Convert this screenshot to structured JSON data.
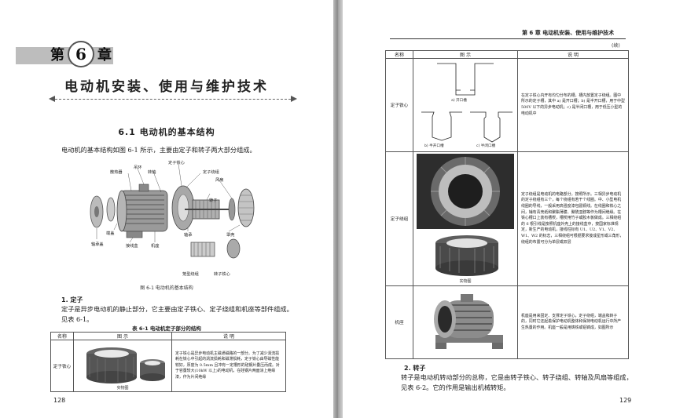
{
  "left": {
    "chapter": {
      "prefix": "第",
      "num": "6",
      "suffix": "章"
    },
    "chapter_title": "电动机安装、使用与维护技术",
    "section_title": "6.1  电动机的基本结构",
    "intro": "电动机的基本结构如图 6-1 所示，主要由定子和转子两大部分组成。",
    "figure_labels": {
      "l1": "散热器",
      "l2": "吊环",
      "l3": "转轴",
      "l4": "定子铁心",
      "l5": "定子绕组",
      "l6": "风扇",
      "l7": "端盖",
      "l8": "轴承盖",
      "l9": "接线盒",
      "l10": "机座",
      "l11": "轴承",
      "l12": "罩壳",
      "l13": "转子",
      "l14": "笼型绕组",
      "l15": "转子铁心"
    },
    "figure_caption": "图 6-1    电动机的基本结构",
    "sub_heading": "1. 定子",
    "stator_text": "定子是异步电动机的静止部分，它主要由定子铁心、定子绕组和机座等部件组成。见表 6-1。",
    "table_caption": "表 6-1    电动机定子部分的结构",
    "table_headers": [
      "名称",
      "图    示",
      "说    明"
    ],
    "row": {
      "name": "定子铁心",
      "img_caption": "实物图",
      "desc": "定子铁心是异步电动机主磁通磁路的一部分。为了减少涡流损耗在铁心中引起的涡流损耗和磁滞损耗，定子铁心由导磁性能较好，厚度为 0.5mm 且冲有一定槽形的硅钢片叠压而成。对于容量较大(10kW 以上)的电动机，在硅钢片两面涂上绝缘漆，作为片间绝缘"
    },
    "page_number": "128"
  },
  "right": {
    "header": "第 6 章    电动机安装、使用与维护技术",
    "cont": "(续)",
    "table_headers": [
      "名称",
      "图    示",
      "说    明"
    ],
    "rows": [
      {
        "name": "定子铁心",
        "captions": [
          "a) 开口槽",
          "b) 半开口槽",
          "c) 半闭口槽"
        ],
        "desc": "在定子铁心内开有均匀分布的槽，槽内放置定子绕组。图中所示的定子槽，其中 a) 是开口槽；b) 是半开口槽，用于中型 500V 以下的异步电动机；c) 是半闭口槽，用于低压小型的电动机中"
      },
      {
        "name": "定子绕组",
        "img_caption": "实物图",
        "desc": "定子绕组是电动机的电路部分，按照所示。三相异步电动机的定子绕组有三个，每个绕组有若干个线圈。中、小型电机线圈的导线，一般采用高强度漆包圆铜线。在线圈和铁心之间，铺有青壳纸和聚酯薄膜、聚酰亚胺等作为槽间绝缘。在铁心槽口上装有槽楔，槽楔用竹子或胶木板做成。三相绕组的 6 根引线是按照机座外壳上的接线盒中，按国家标准规定，新生产的电动机，接线柱标有 U1、U2、V1、V2、W1、W2 的标志，三相绕组可根据要求接成星形或三角形，绕组的布置可分为单层或双层"
      },
      {
        "name": "机座",
        "desc": "机座是用来固定、支撑定子铁心，定子绕组，端盖和转子的，同时它还起着保护电动机整体和保持电动机运行中所产生热量的作用。机座一般是用铸铁或铝铸成，如图所示"
      }
    ],
    "sub_heading": "2. 转子",
    "rotor_text": "转子是电动机转动部分的总称，它是由转子铁心、转子绕组、转轴及风扇等组成，见表 6-2。它的作用是输出机械转矩。",
    "page_number": "129"
  }
}
